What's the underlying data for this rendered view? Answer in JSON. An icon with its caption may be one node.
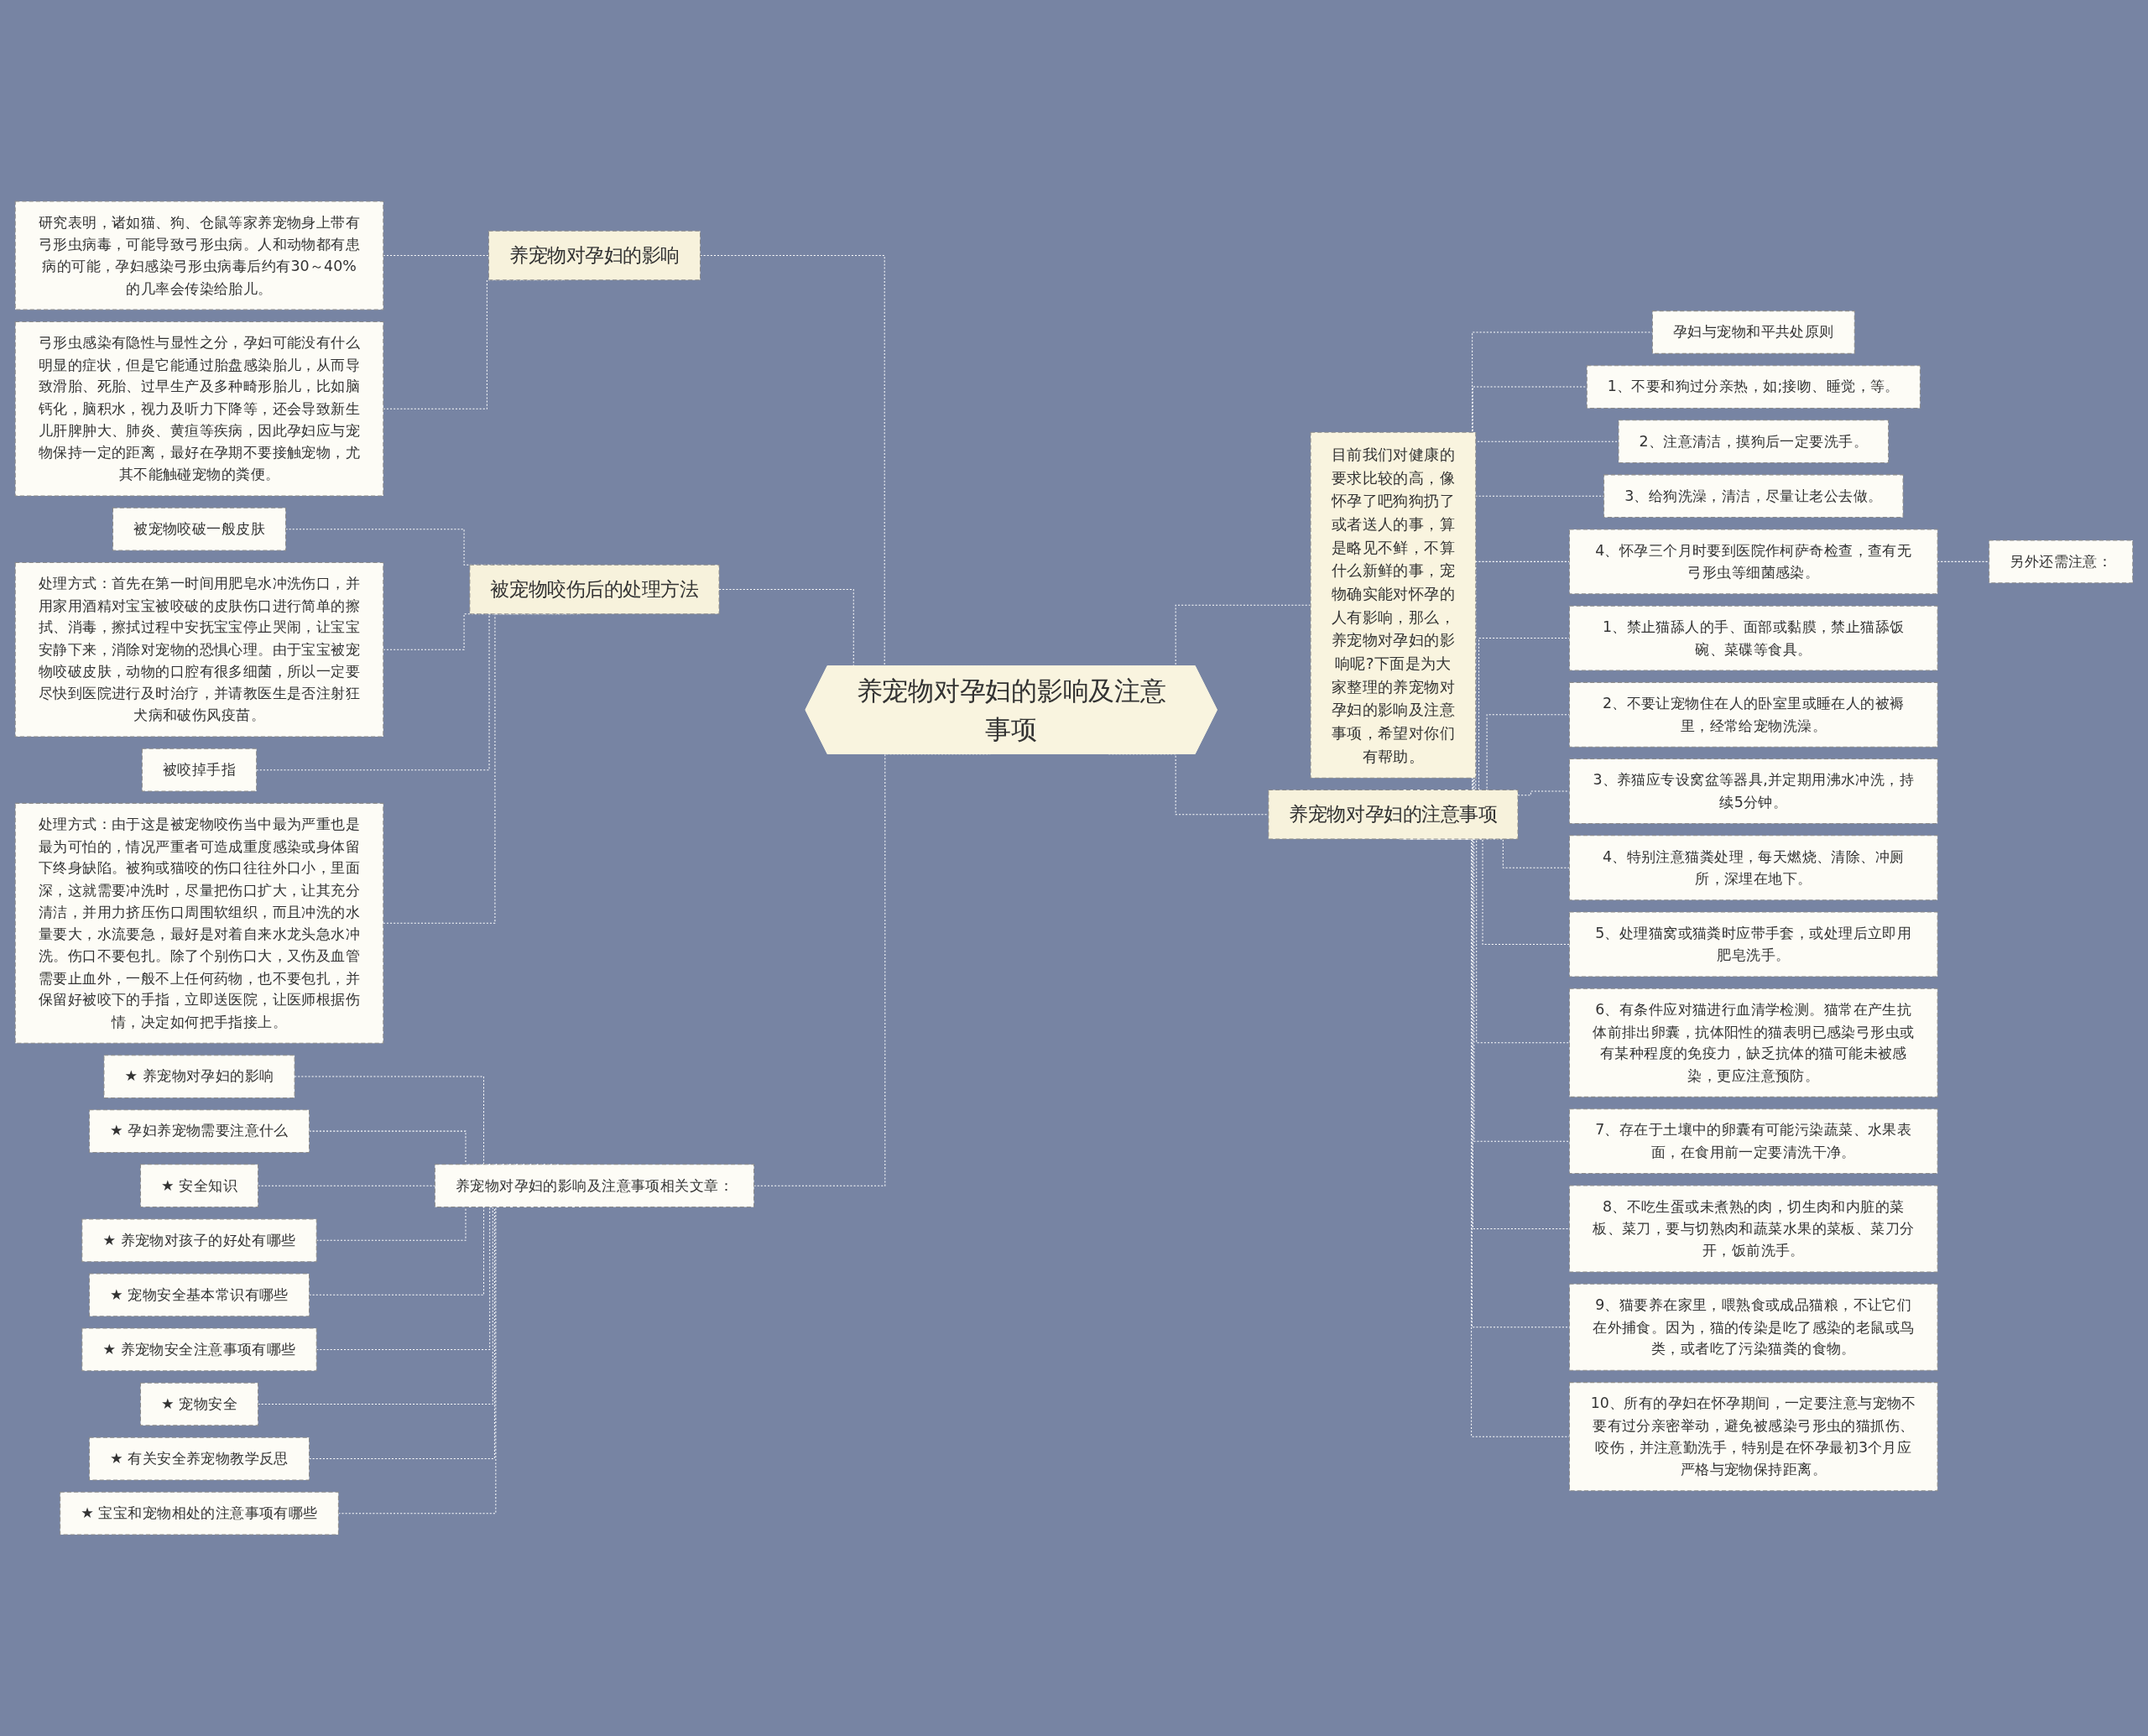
{
  "diagram": {
    "nodes": [
      {
        "text": [
          "养宠物对孕妇的影响及注意事项"
        ]
      },
      {
        "text": [
          "养宠物对孕妇的影响"
        ]
      },
      {
        "text": [
          "研究表明，诸如猫、狗、仓鼠等家养宠物身上带有弓形虫病毒，可能导致弓形虫病。人和动物都有患病的可能，孕妇感染弓形虫病毒后约有30～40%的几率会传染给胎儿。"
        ]
      },
      {
        "text": [
          "弓形虫感染有隐性与显性之分，孕妇可能没有什么明显的症状，但是它能通过胎盘感染胎儿，从而导致滑胎、死胎、过早生产及多种畸形胎儿，比如脑钙化，脑积水，视力及听力下降等，还会导致新生儿肝脾肿大、肺炎、黄疸等疾病，因此孕妇应与宠物保持一定的距离，最好在孕期不要接触宠物，尤其不能触碰宠物的粪便。"
        ]
      },
      {
        "text": [
          "被宠物咬伤后的处理方法"
        ]
      },
      {
        "text": [
          "被宠物咬破一般皮肤"
        ]
      },
      {
        "text": [
          "处理方式：首先在第一时间用肥皂水冲洗伤口，并用家用酒精对宝宝被咬破的皮肤伤口进行简单的擦拭、消毒，擦拭过程中安抚宝宝停止哭闹，让宝宝安静下来，消除对宠物的恐惧心理。由于宝宝被宠物咬破皮肤，动物的口腔有很多细菌，所以一定要尽快到医院进行及时治疗，并请教医生是否注射狂犬病和破伤风疫苗。"
        ]
      },
      {
        "text": [
          "被咬掉手指"
        ]
      },
      {
        "text": [
          "处理方式：由于这是被宠物咬伤当中最为严重也是最为可怕的，情况严重者可造成重度感染或身体留下终身缺陷。被狗或猫咬的伤口往往外口小，里面深，这就需要冲洗时，尽量把伤口扩大，让其充分清洁，并用力挤压伤口周围软组织，而且冲洗的水量要大，水流要急，最好是对着自来水龙头急水冲洗。伤口不要包扎。除了个别伤口大，又伤及血管需要止血外，一般不上任何药物，也不要包扎，并保留好被咬下的手指，立即送医院，让医师根据伤情，决定如何把手指接上。"
        ]
      },
      {
        "text": [
          "养宠物对孕妇的影响及注意事项相关文章："
        ]
      },
      {
        "text": [
          "★ 养宠物对孕妇的影响"
        ]
      },
      {
        "text": [
          "★ 孕妇养宠物需要注意什么"
        ]
      },
      {
        "text": [
          "★ 安全知识"
        ]
      },
      {
        "text": [
          "★ 养宠物对孩子的好处有哪些"
        ]
      },
      {
        "text": [
          "★ 宠物安全基本常识有哪些"
        ]
      },
      {
        "text": [
          "★ 养宠物安全注意事项有哪些"
        ]
      },
      {
        "text": [
          "★ 宠物安全"
        ]
      },
      {
        "text": [
          "★ 有关安全养宠物教学反思"
        ]
      },
      {
        "text": [
          "★ 宝宝和宠物相处的注意事项有哪些"
        ]
      },
      {
        "text": [
          "目前我们对健康的要求比较的高，像怀孕了吧狗狗扔了或者送人的事，算是略见不鲜，不算什么新鲜的事，宠物确实能对怀孕的人有影响，那么，养宠物对孕妇的影响呢?下面是为大家整理的养宠物对孕妇的影响及注意事项，希望对你们有帮助。"
        ]
      },
      {
        "text": [
          "养宠物对孕妇的注意事项"
        ]
      },
      {
        "text": [
          "孕妇与宠物和平共处原则"
        ]
      },
      {
        "text": [
          "1、不要和狗过分亲热，如;接吻、睡觉，等。"
        ]
      },
      {
        "text": [
          "2、注意清洁，摸狗后一定要洗手。"
        ]
      },
      {
        "text": [
          "3、给狗洗澡，清洁，尽量让老公去做。"
        ]
      },
      {
        "text": [
          "4、怀孕三个月时要到医院作柯萨奇检查，查有无弓形虫等细菌感染。"
        ]
      },
      {
        "text": [
          "另外还需注意："
        ]
      },
      {
        "text": [
          "1、禁止猫舔人的手、面部或黏膜，禁止猫舔饭碗、菜碟等食具。"
        ]
      },
      {
        "text": [
          "2、不要让宠物住在人的卧室里或睡在人的被褥里，经常给宠物洗澡。"
        ]
      },
      {
        "text": [
          "3、养猫应专设窝盆等器具,并定期用沸水冲洗，持续5分钟。"
        ]
      },
      {
        "text": [
          "4、特别注意猫粪处理，每天燃烧、清除、冲厕所，深埋在地下。"
        ]
      },
      {
        "text": [
          "5、处理猫窝或猫粪时应带手套，或处理后立即用肥皂洗手。"
        ]
      },
      {
        "text": [
          "6、有条件应对猫进行血清学检测。猫常在产生抗体前排出卵囊，抗体阳性的猫表明已感染弓形虫或有某种程度的免疫力，缺乏抗体的猫可能未被感染，更应注意预防。"
        ]
      },
      {
        "text": [
          "7、存在于土壤中的卵囊有可能污染蔬菜、水果表面，在食用前一定要清洗干净。"
        ]
      },
      {
        "text": [
          "8、不吃生蛋或未煮熟的肉，切生肉和内脏的菜板、菜刀，要与切熟肉和蔬菜水果的菜板、菜刀分开，饭前洗手。"
        ]
      },
      {
        "text": [
          "9、猫要养在家里，喂熟食或成品猫粮，不让它们在外捕食。因为，猫的传染是吃了感染的老鼠或鸟类，或者吃了污染猫粪的食物。"
        ]
      },
      {
        "text": [
          "10、所有的孕妇在怀孕期间，一定要注意与宠物不要有过分亲密举动，避免被感染弓形虫的猫抓伤、咬伤，并注意勤洗手，特别是在怀孕最初3个月应严格与宠物保持距离。"
        ]
      }
    ],
    "edges": [
      {
        "from": 0,
        "to": 1,
        "arrow": "none",
        "style": "dashed"
      },
      {
        "from": 1,
        "to": 2,
        "arrow": "none",
        "style": "dashed"
      },
      {
        "from": 1,
        "to": 3,
        "arrow": "none",
        "style": "dashed"
      },
      {
        "from": 0,
        "to": 4,
        "arrow": "none",
        "style": "dashed"
      },
      {
        "from": 4,
        "to": 5,
        "arrow": "none",
        "style": "dashed"
      },
      {
        "from": 4,
        "to": 6,
        "arrow": "none",
        "style": "dashed"
      },
      {
        "from": 4,
        "to": 7,
        "arrow": "none",
        "style": "dashed"
      },
      {
        "from": 4,
        "to": 8,
        "arrow": "none",
        "style": "dashed"
      },
      {
        "from": 0,
        "to": 9,
        "arrow": "none",
        "style": "dashed"
      },
      {
        "from": 9,
        "to": 10,
        "arrow": "none",
        "style": "dashed"
      },
      {
        "from": 9,
        "to": 11,
        "arrow": "none",
        "style": "dashed"
      },
      {
        "from": 9,
        "to": 12,
        "arrow": "none",
        "style": "dashed"
      },
      {
        "from": 9,
        "to": 13,
        "arrow": "none",
        "style": "dashed"
      },
      {
        "from": 9,
        "to": 14,
        "arrow": "none",
        "style": "dashed"
      },
      {
        "from": 9,
        "to": 15,
        "arrow": "none",
        "style": "dashed"
      },
      {
        "from": 9,
        "to": 16,
        "arrow": "none",
        "style": "dashed"
      },
      {
        "from": 9,
        "to": 17,
        "arrow": "none",
        "style": "dashed"
      },
      {
        "from": 9,
        "to": 18,
        "arrow": "none",
        "style": "dashed"
      },
      {
        "from": 0,
        "to": 19,
        "arrow": "none",
        "style": "dashed"
      },
      {
        "from": 0,
        "to": 20,
        "arrow": "none",
        "style": "dashed"
      },
      {
        "from": 20,
        "to": 21,
        "arrow": "none",
        "style": "dashed"
      },
      {
        "from": 20,
        "to": 22,
        "arrow": "none",
        "style": "dashed"
      },
      {
        "from": 20,
        "to": 23,
        "arrow": "none",
        "style": "dashed"
      },
      {
        "from": 20,
        "to": 24,
        "arrow": "none",
        "style": "dashed"
      },
      {
        "from": 20,
        "to": 25,
        "arrow": "none",
        "style": "dashed"
      },
      {
        "from": 25,
        "to": 26,
        "arrow": "none",
        "style": "dashed"
      },
      {
        "from": 20,
        "to": 27,
        "arrow": "none",
        "style": "dashed"
      },
      {
        "from": 20,
        "to": 28,
        "arrow": "none",
        "style": "dashed"
      },
      {
        "from": 20,
        "to": 29,
        "arrow": "none",
        "style": "dashed"
      },
      {
        "from": 20,
        "to": 30,
        "arrow": "none",
        "style": "dashed"
      },
      {
        "from": 20,
        "to": 31,
        "arrow": "none",
        "style": "dashed"
      },
      {
        "from": 20,
        "to": 32,
        "arrow": "none",
        "style": "dashed"
      },
      {
        "from": 20,
        "to": 33,
        "arrow": "none",
        "style": "dashed"
      },
      {
        "from": 20,
        "to": 34,
        "arrow": "none",
        "style": "dashed"
      },
      {
        "from": 20,
        "to": 35,
        "arrow": "none",
        "style": "dashed"
      },
      {
        "from": 20,
        "to": 36,
        "arrow": "none",
        "style": "dashed"
      }
    ]
  }
}
